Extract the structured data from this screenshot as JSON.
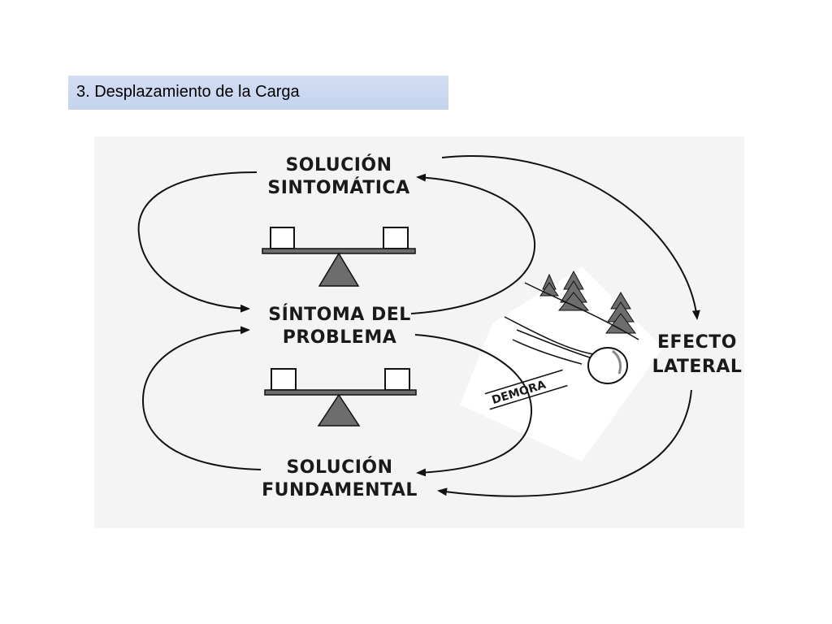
{
  "slide": {
    "title": "3. Desplazamiento de la Carga"
  },
  "diagram": {
    "nodes": {
      "symptomatic_solution": [
        "SOLUCIÓN",
        "SINTOMÁTICA"
      ],
      "problem_symptom": [
        "SÍNTOMA DEL",
        "PROBLEMA"
      ],
      "fundamental_solution": [
        "SOLUCIÓN",
        "FUNDAMENTAL"
      ],
      "side_effect": [
        "EFECTO",
        "LATERAL"
      ]
    },
    "delay_label": "DEMORA",
    "icons": [
      "balance-scale-icon",
      "balance-scale-icon",
      "snowball-icon",
      "pine-tree-icon"
    ],
    "colors": {
      "title_bar": "#c4d3ee",
      "diagram_background": "#f4f4f4",
      "triangle": "#6d6d6d",
      "ink": "#111111"
    }
  }
}
